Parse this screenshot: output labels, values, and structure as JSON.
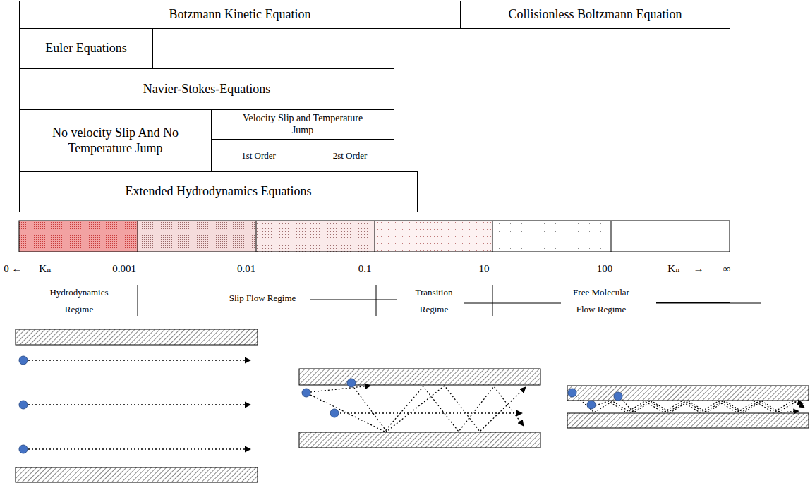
{
  "diagram": {
    "nodes": [
      {
        "text": [
          "Botzmann Kinetic Equation"
        ]
      },
      {
        "text": [
          "Collisionless Boltzmann Equation"
        ]
      },
      {
        "text": [
          "Euler Equations"
        ]
      },
      {
        "text": [
          "Navier-Stokes-Equations"
        ]
      },
      {
        "text": [
          "No velocity Slip And No Temperature Jump"
        ]
      },
      {
        "text": [
          "Velocity Slip and Temperature Jump"
        ]
      },
      {
        "text": [
          "1st Order"
        ]
      },
      {
        "text": [
          "2st Order"
        ]
      },
      {
        "text": [
          "Extended Hydrodynamics Equations"
        ]
      }
    ],
    "labels": [
      "0",
      "←",
      "Kₙ",
      "0.001",
      "0.01",
      "0.1",
      "10",
      "100",
      "Kₙ",
      "→",
      "∞",
      "Hydrodynamics Regime",
      "Slip Flow Regime",
      "Transition Regime",
      "Free Molecular Flow Regime"
    ]
  }
}
